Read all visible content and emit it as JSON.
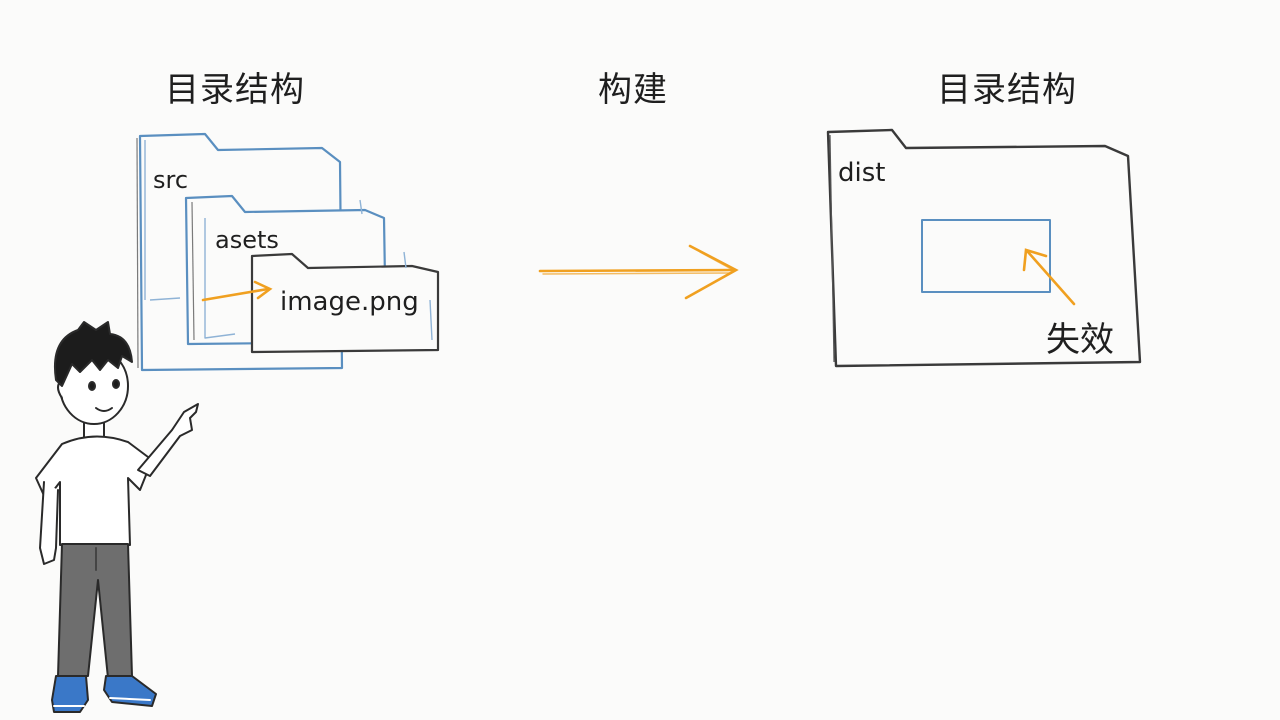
{
  "titles": {
    "left": "目录结构",
    "middle": "构建",
    "right": "目录结构"
  },
  "source_tree": {
    "folder_1": "src",
    "folder_2": "asets",
    "file": "image.png"
  },
  "output_tree": {
    "folder": "dist",
    "status": "失效"
  },
  "colors": {
    "folder_blue": "#5a8fc0",
    "outline_dark": "#3a3a3a",
    "arrow_orange": "#f0a020",
    "shoe_blue": "#3a78c8",
    "pants_gray": "#6e6e6e",
    "hair": "#1c1c1c"
  }
}
